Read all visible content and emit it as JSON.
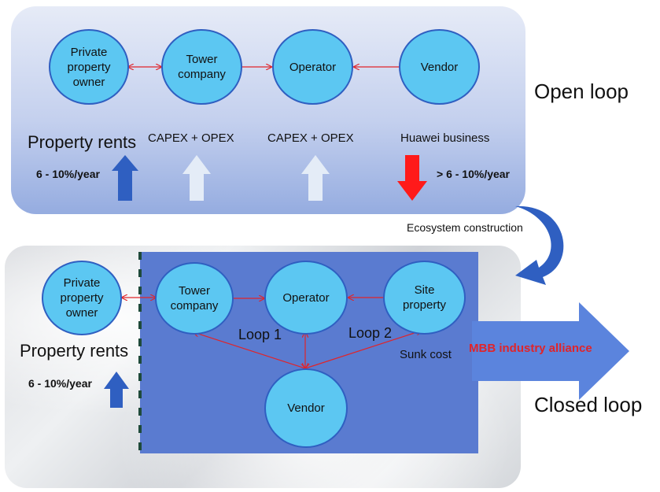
{
  "top": {
    "nodes": {
      "private_owner": "Private\nproperty\nowner",
      "tower_company": "Tower\ncompany",
      "operator": "Operator",
      "vendor": "Vendor"
    },
    "property_rents": "Property rents",
    "capex_opex_1": "CAPEX + OPEX",
    "capex_opex_2": "CAPEX + OPEX",
    "huawei_business": "Huawei business",
    "rate_left": "6 - 10%/year",
    "rate_right": "> 6 - 10%/year",
    "loop_label": "Open loop"
  },
  "transition": "Ecosystem construction",
  "bottom": {
    "nodes": {
      "private_owner": "Private\nproperty\nowner",
      "tower_company": "Tower\ncompany",
      "operator": "Operator",
      "site_property": "Site\nproperty",
      "vendor": "Vendor"
    },
    "property_rents": "Property rents",
    "rate": "6 - 10%/year",
    "loop1": "Loop 1",
    "loop2": "Loop 2",
    "sunk_cost": "Sunk cost",
    "alliance": "MBB industry alliance",
    "loop_label": "Closed loop"
  },
  "colors": {
    "circle_fill": "#5cc7f2",
    "blue_arrow": "#2f5fc1",
    "pale_arrow": "#e4ecf7",
    "red_arrow": "#ff1a1a",
    "connector": "#e0242a",
    "alliance_text": "#e0242a",
    "box_blue": "#5a7bd0"
  }
}
